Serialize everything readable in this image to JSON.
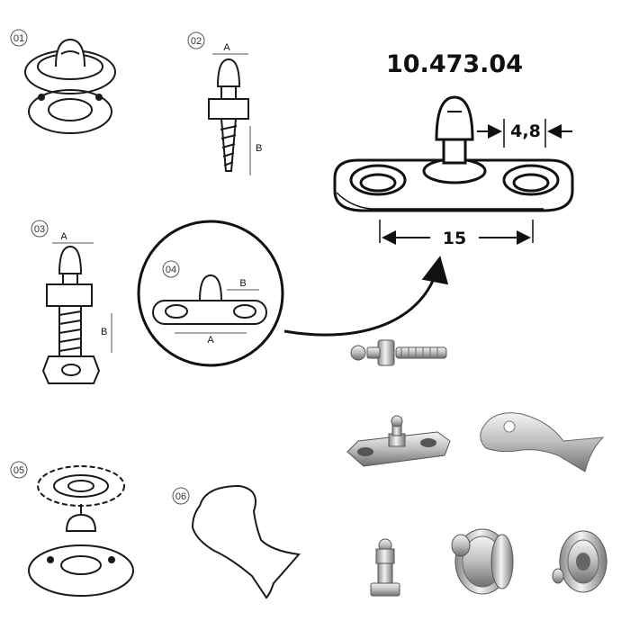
{
  "product_code": "10.473.04",
  "detail_dimensions": {
    "width": "4,8",
    "length": "15"
  },
  "parts": [
    {
      "number": "01"
    },
    {
      "number": "02",
      "dim_a": "A",
      "dim_b": "B"
    },
    {
      "number": "03",
      "dim_a": "A",
      "dim_b": "B"
    },
    {
      "number": "04",
      "dim_a": "A",
      "dim_b": "B"
    },
    {
      "number": "05"
    },
    {
      "number": "06"
    }
  ],
  "colors": {
    "ink": "#1a1a1a",
    "metal_light": "#e6e6e6",
    "metal_mid": "#b8b8b8",
    "metal_dark": "#6e6e6e"
  }
}
